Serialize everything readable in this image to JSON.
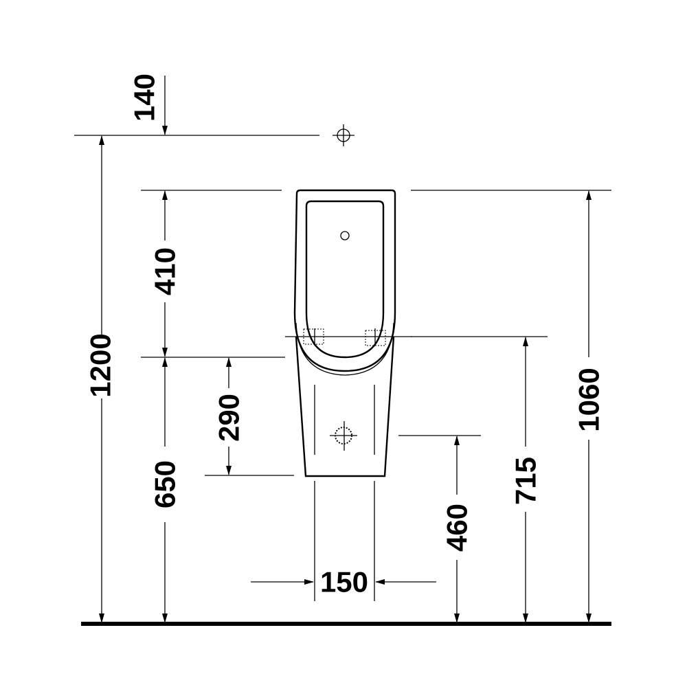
{
  "drawing": {
    "dimensions": {
      "top_to_supply": "140",
      "supply_height": "1200",
      "top_to_mount": "410",
      "mount_height": "650",
      "bottom_offset": "290",
      "overall_height": "1060",
      "rim_height": "715",
      "outlet_height": "460",
      "foot_width": "150"
    },
    "colors": {
      "line": "#000000",
      "background": "#ffffff"
    }
  }
}
